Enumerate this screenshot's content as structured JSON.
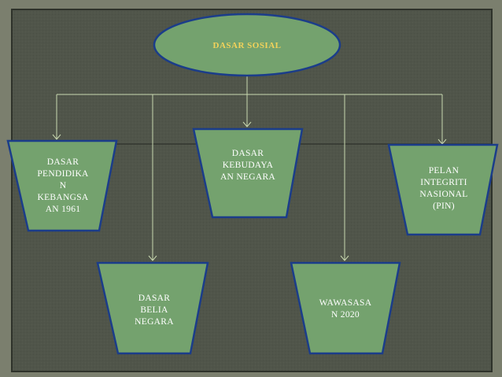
{
  "diagram": {
    "root": {
      "label": "DASAR SOSIAL"
    },
    "children": [
      {
        "id": "pendidikan",
        "label": "DASAR\nPENDIDIKA\nN\nKEBANGSA\nAN  1961"
      },
      {
        "id": "kebudayaan",
        "label": "DASAR\nKEBUDAYA\nAN NEGARA"
      },
      {
        "id": "integriti",
        "label": "PELAN\nINTEGRITI\nNASIONAL\n(PIN)"
      },
      {
        "id": "belia",
        "label": "DASAR\nBELIA\nNEGARA"
      },
      {
        "id": "wawasan",
        "label": "WAWASASA\nN 2020"
      }
    ]
  },
  "colors": {
    "slide_background": "#7b7f6e",
    "panel_background": "#4d5245",
    "panel_border": "#2e322a",
    "shape_fill": "#74a26e",
    "shape_stroke": "#1b3d8a",
    "connector": "#c9d9b0",
    "root_text": "#f3d25a",
    "child_text": "#ffffff"
  }
}
